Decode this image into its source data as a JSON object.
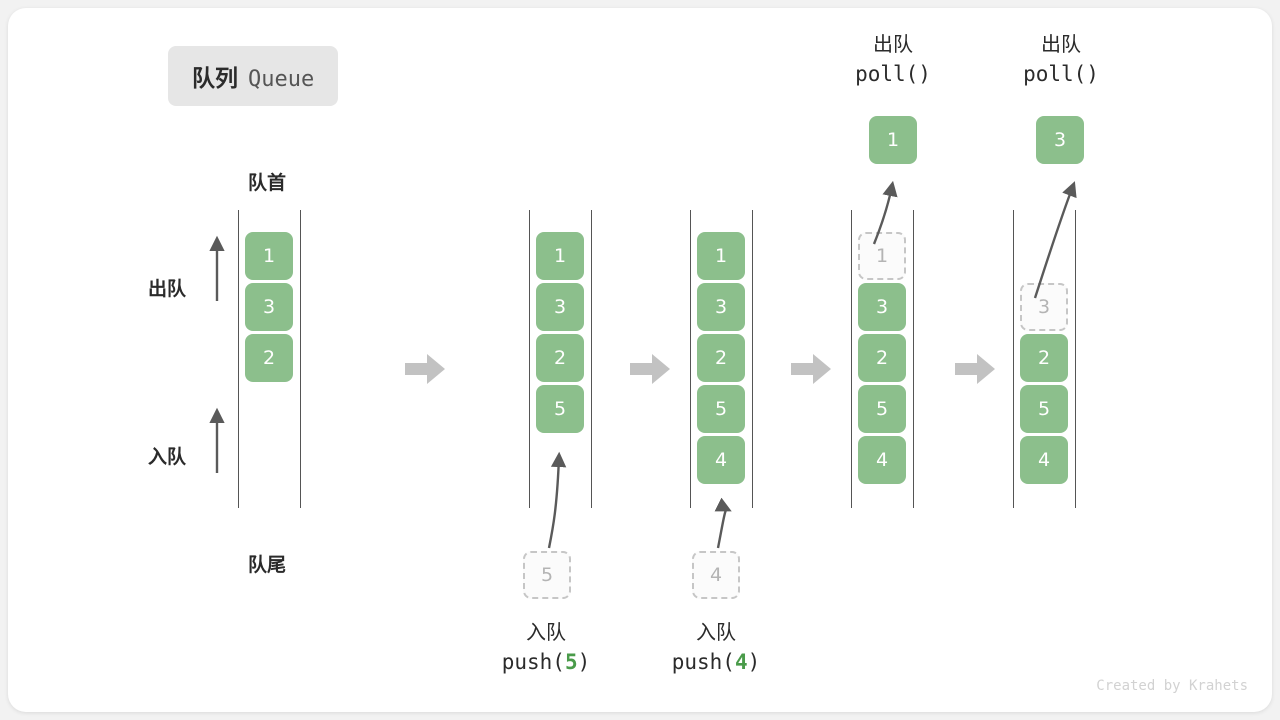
{
  "title": {
    "cn": "队列",
    "en": "Queue"
  },
  "labels": {
    "head": "队首",
    "tail": "队尾",
    "dequeue": "出队",
    "enqueue": "入队"
  },
  "colors": {
    "cell_fill": "#8cbf8c",
    "cell_text": "#ffffff",
    "ghost_border": "#c6c6c6",
    "ghost_text": "#b4b4b4",
    "rail": "#555555",
    "arrow": "#5a5a5a",
    "step_arrow": "#c2c2c2",
    "accent_number": "#4a9b4a",
    "badge_bg": "#e6e6e6"
  },
  "queues": [
    {
      "id": "q1",
      "cells": [
        "1",
        "3",
        "2"
      ],
      "ghost_index": -1,
      "capacity": 6
    },
    {
      "id": "q2",
      "cells": [
        "1",
        "3",
        "2",
        "5"
      ],
      "ghost_index": -1,
      "capacity": 6
    },
    {
      "id": "q3",
      "cells": [
        "1",
        "3",
        "2",
        "5",
        "4"
      ],
      "ghost_index": -1,
      "capacity": 6
    },
    {
      "id": "q4",
      "cells": [
        "1",
        "3",
        "2",
        "5",
        "4"
      ],
      "ghost_index": 0,
      "capacity": 6
    },
    {
      "id": "q5",
      "cells": [
        "",
        "3",
        "2",
        "5",
        "4"
      ],
      "ghost_index": 1,
      "capacity": 6
    }
  ],
  "operations": {
    "push_5": {
      "cn": "入队",
      "call_prefix": "push(",
      "value": "5",
      "call_suffix": ")",
      "ghost_value": "5"
    },
    "push_4": {
      "cn": "入队",
      "call_prefix": "push(",
      "value": "4",
      "call_suffix": ")",
      "ghost_value": "4"
    },
    "poll_1": {
      "cn": "出队",
      "call": "poll()",
      "popped_value": "1"
    },
    "poll_2": {
      "cn": "出队",
      "call": "poll()",
      "popped_value": "3"
    }
  },
  "step_arrows": 4,
  "credit": "Created by Krahets"
}
